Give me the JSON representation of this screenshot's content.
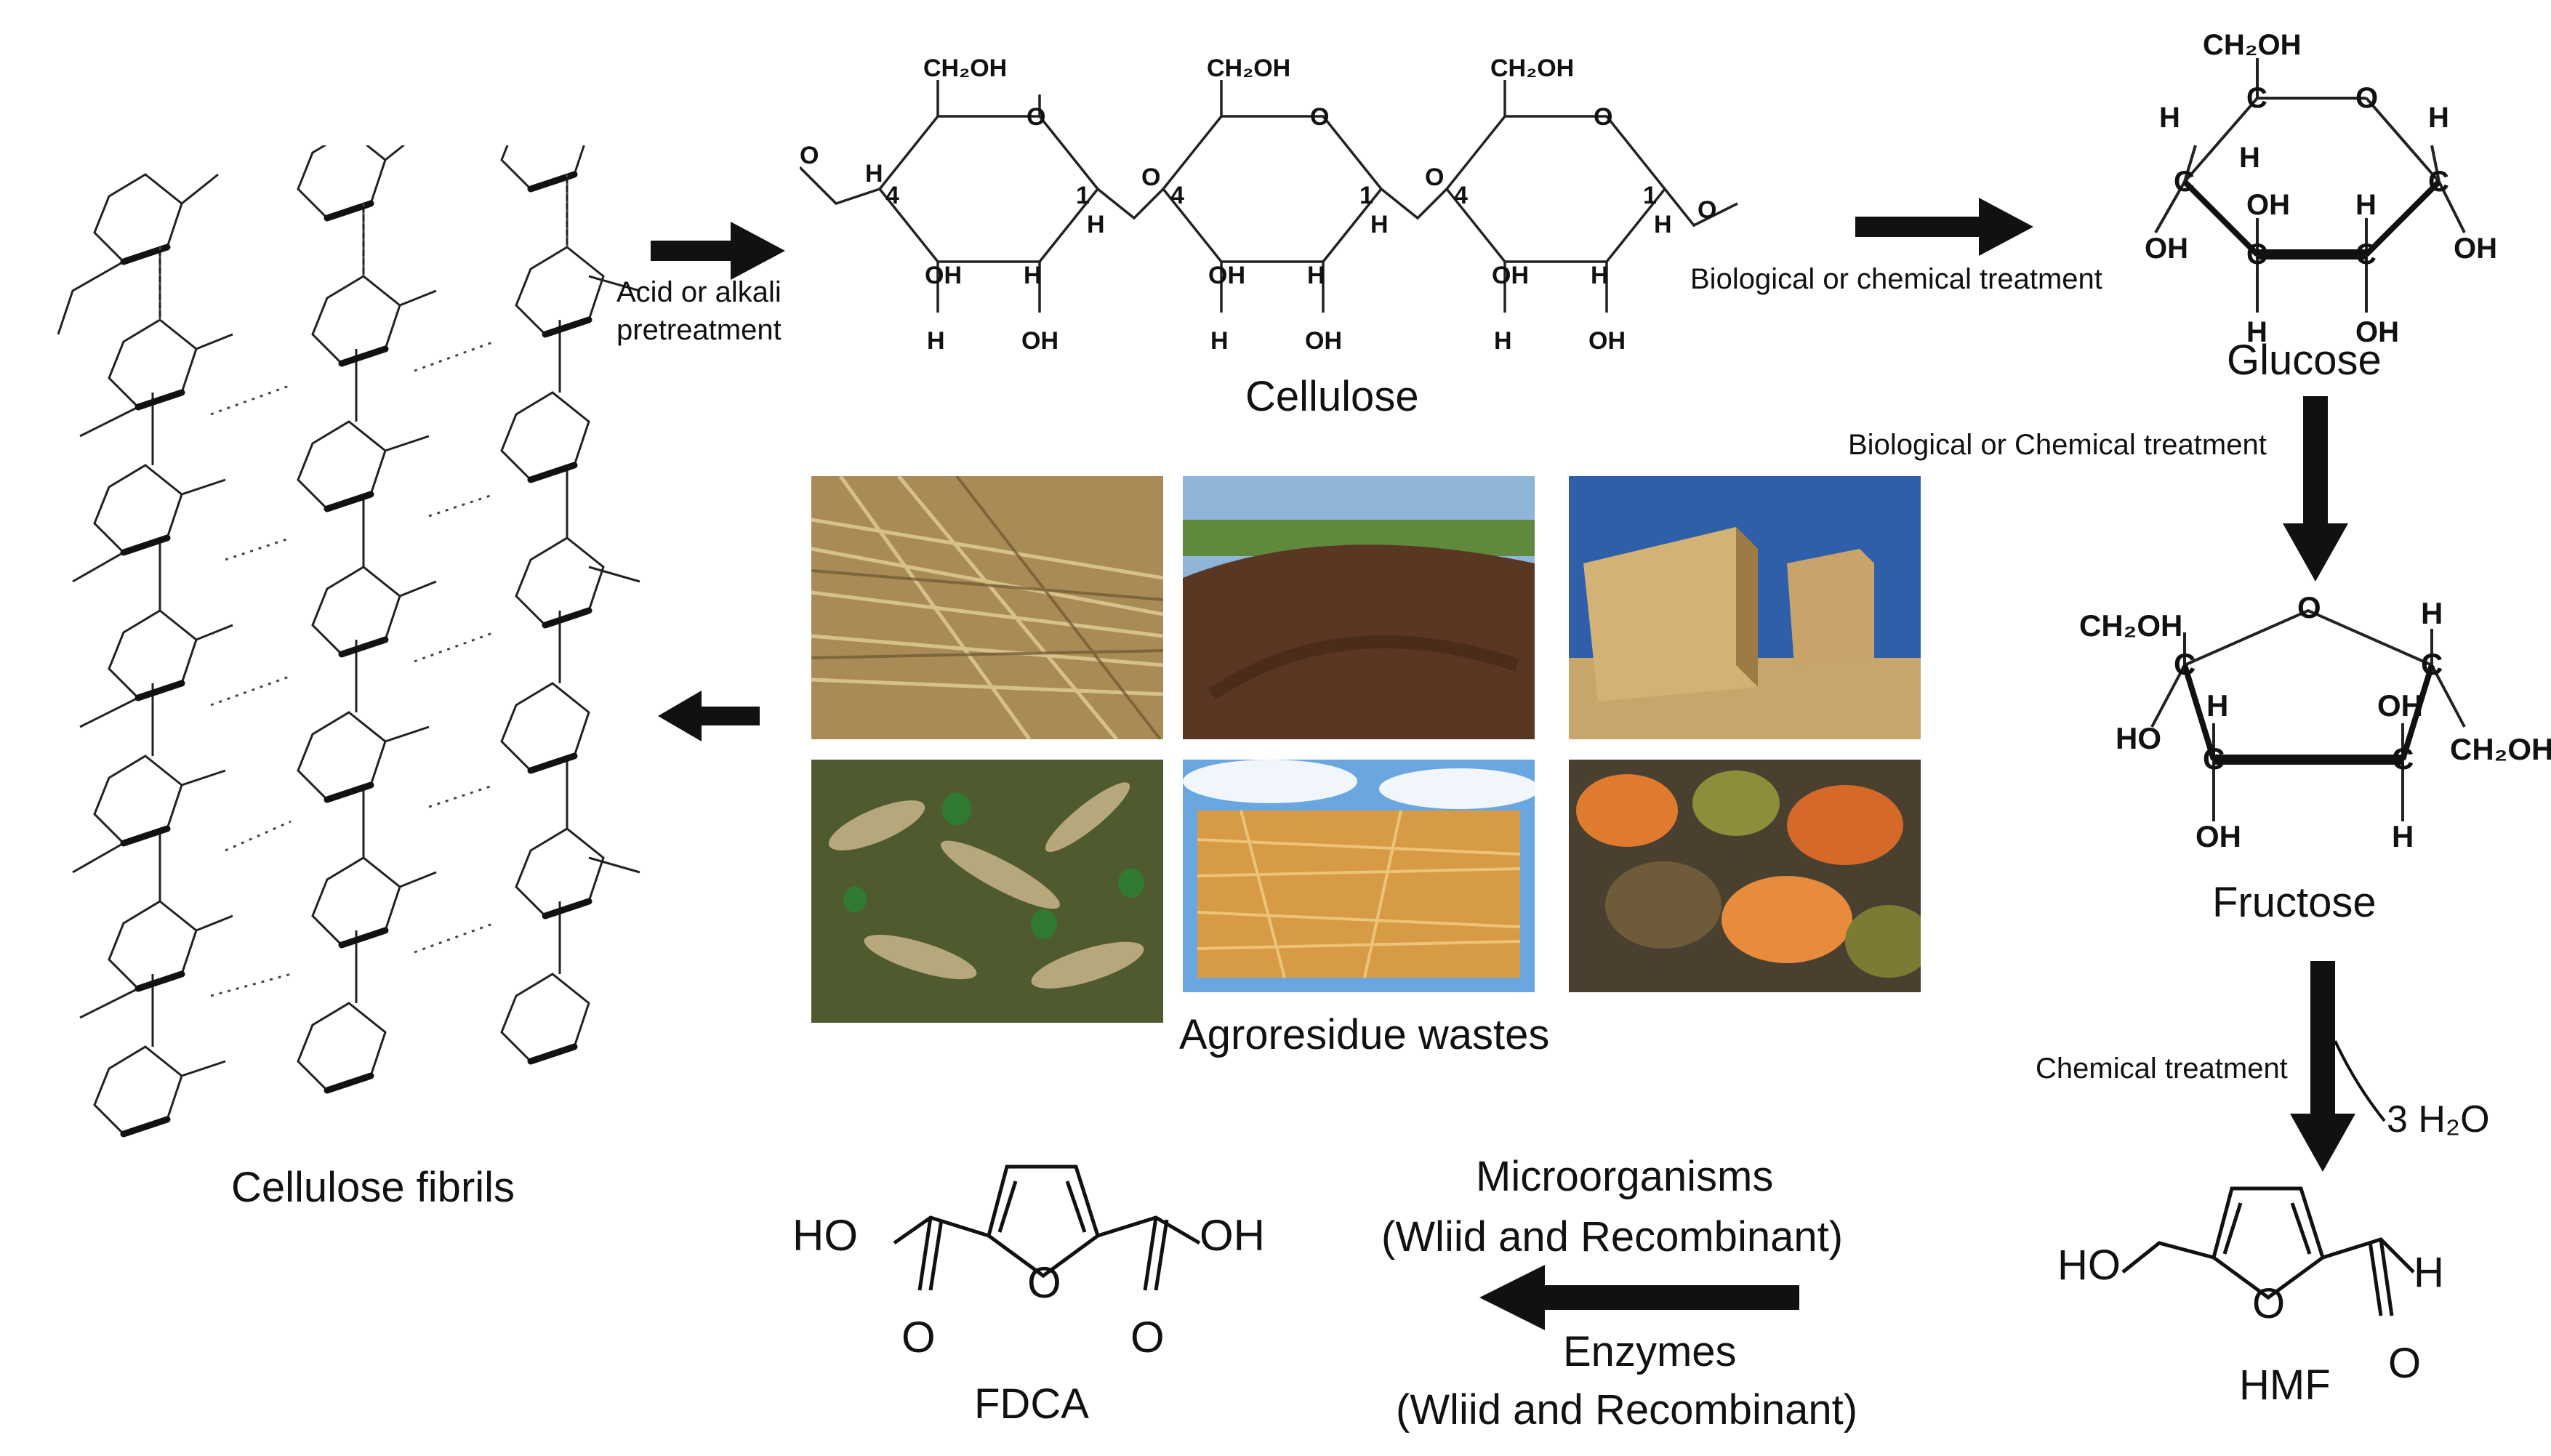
{
  "labels": {
    "cellulose_fibrils": "Cellulose fibrils",
    "acid_alkali_line1": "Acid or alkali",
    "acid_alkali_line2": "pretreatment",
    "cellulose": "Cellulose",
    "bio_chem_treatment_1": "Biological or chemical treatment",
    "glucose": "Glucose",
    "bio_chem_treatment_2": "Biological or Chemical treatment",
    "fructose": "Fructose",
    "chemical_treatment": "Chemical treatment",
    "water_loss": "3 H₂O",
    "hmf": "HMF",
    "fdca": "FDCA",
    "agroresidue": "Agroresidue wastes",
    "microorganisms_line1": "Microorganisms",
    "microorganisms_line2": "(Wliid and Recombinant)",
    "enzymes_line1": "Enzymes",
    "enzymes_line2": "(Wliid and Recombinant)"
  },
  "atoms": {
    "ch2oh": "CH₂OH",
    "o": "O",
    "h": "H",
    "oh": "OH",
    "ho": "HO",
    "c": "C",
    "four": "4",
    "one": "1"
  },
  "photos": [
    {
      "name": "rice-straw-photo",
      "color": "#b89a5a"
    },
    {
      "name": "compost-pile-photo",
      "color": "#5a3a24"
    },
    {
      "name": "hay-bales-field-photo",
      "color": "#c2a56a"
    },
    {
      "name": "leaf-litter-photo",
      "color": "#6b6a3a"
    },
    {
      "name": "straw-bale-sky-photo",
      "color": "#d9a557"
    },
    {
      "name": "fruit-peel-waste-photo",
      "color": "#a0693a"
    }
  ]
}
